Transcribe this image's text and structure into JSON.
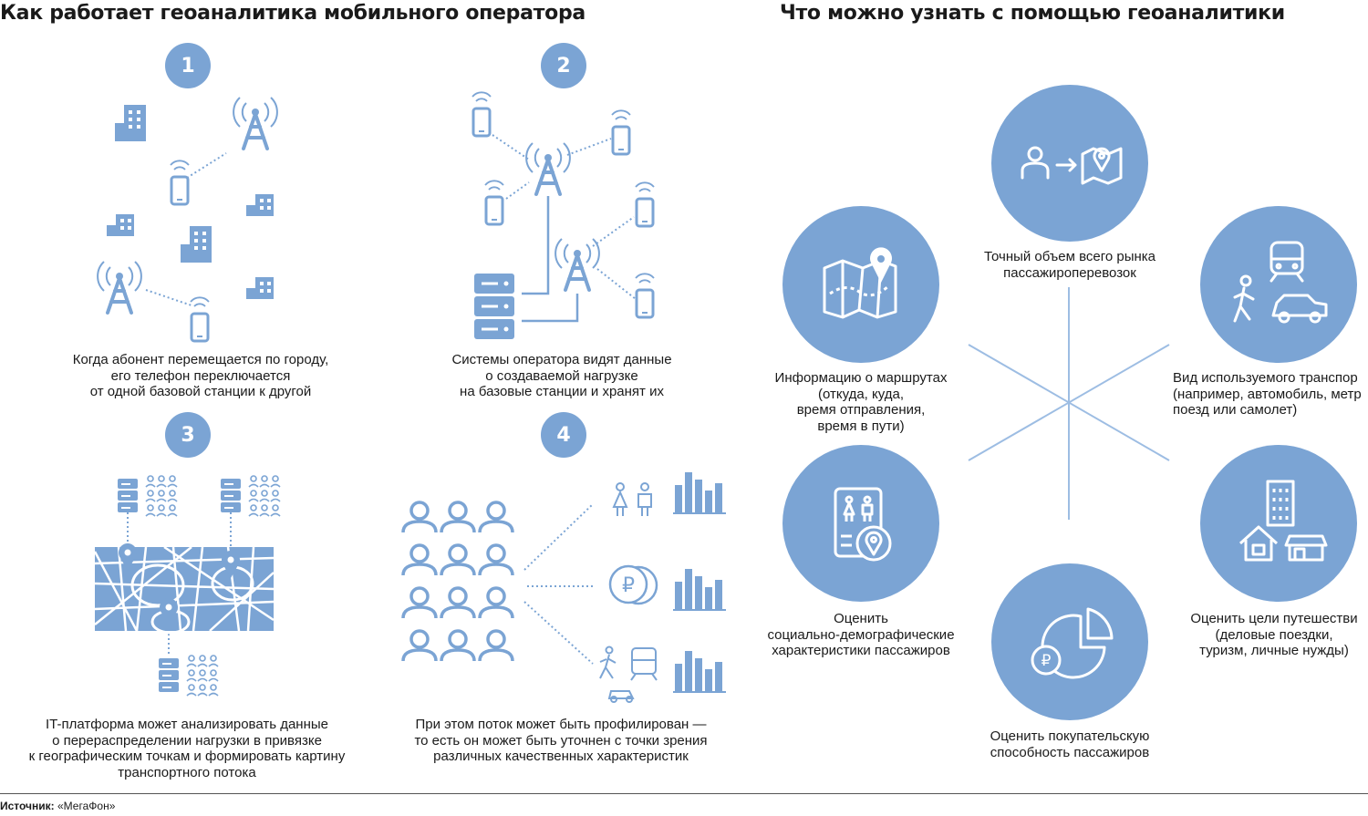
{
  "left_title": "Как работает геоаналитика мобильного оператора",
  "right_title": "Что можно узнать с помощью геоаналитики",
  "steps": [
    {
      "number": "1",
      "lines": [
        "Когда абонент перемещается по городу,",
        "его телефон переключается",
        "от одной базовой станции к другой"
      ]
    },
    {
      "number": "2",
      "lines": [
        "Системы оператора видят данные",
        "о создаваемой нагрузке",
        "на базовые станции и хранят их"
      ]
    },
    {
      "number": "3",
      "lines": [
        "IT-платформа может анализировать данные",
        "о перераспределении нагрузки в привязке",
        "к географическим точкам и формировать картину",
        "транспортного потока"
      ]
    },
    {
      "number": "4",
      "lines": [
        "При этом поток может быть профилирован —",
        "то есть он может быть уточнен с точки зрения",
        "различных качественных характеристик"
      ]
    }
  ],
  "insights": {
    "top": [
      "Точный объем всего рынка",
      "пассажироперевозок"
    ],
    "left_top": [
      "Информацию о маршрутах",
      "(откуда, куда,",
      "время отправления,",
      "время в пути)"
    ],
    "right_top": [
      "Вид используемого транспор",
      "(например, автомобиль, метр",
      "поезд или самолет)"
    ],
    "left_bottom": [
      "Оценить",
      "социально-демографические",
      "характеристики пассажиров"
    ],
    "right_bottom": [
      "Оценить цели путешестви",
      "(деловые поездки,",
      "туризм, личные нужды)"
    ],
    "bottom": [
      "Оценить покупательскую",
      "способность пассажиров"
    ]
  },
  "currency_symbol": "₽",
  "source": {
    "label": "Источник:",
    "value": "«МегаФон»"
  },
  "colors": {
    "accent": "#7ba4d4",
    "line": "#9dbde3",
    "text": "#1a1a1a"
  }
}
